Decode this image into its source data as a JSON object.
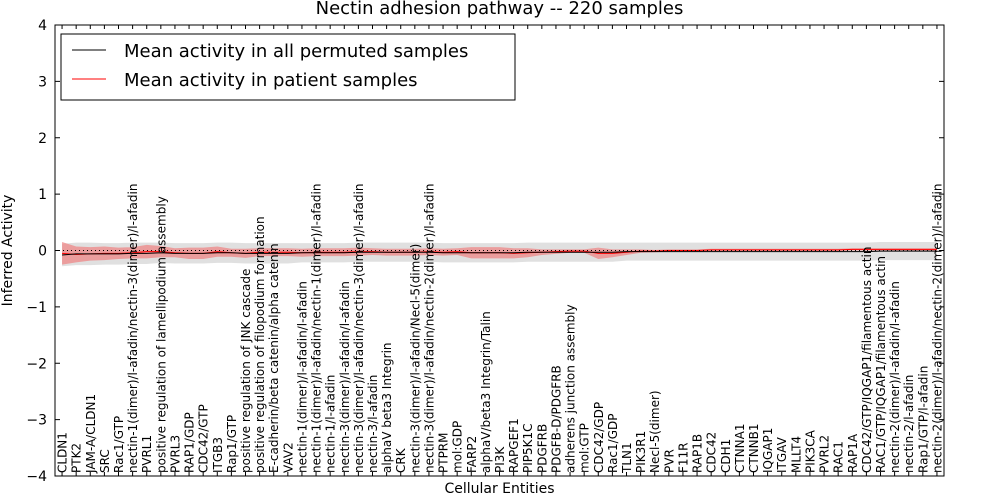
{
  "chart_data": {
    "type": "line",
    "title": "Nectin adhesion pathway -- 220 samples",
    "xlabel": "Cellular Entities",
    "ylabel": "Inferred Activity",
    "ylim": [
      -4,
      4
    ],
    "yticks": [
      "4",
      "3",
      "2",
      "1",
      "0",
      "−1",
      "−2",
      "−3",
      "−4"
    ],
    "ytick_values": [
      4,
      3,
      2,
      1,
      0,
      -1,
      -2,
      -3,
      -4
    ],
    "legend_position": "top-left",
    "grid": false,
    "reference_line": 0,
    "categories": [
      "CLDN1",
      "PTK2",
      "JAM-A/CLDN1",
      "SRC",
      "Rac1/GTP",
      "nectin-1(dimer)/l-afadin/nectin-3(dimer)/l-afadin",
      "PVRL1",
      "positive regulation of lamellipodium assembly",
      "PVRL3",
      "RAP1/GDP",
      "CDC42/GTP",
      "ITGB3",
      "Rap1/GTP",
      "positive regulation of JNK cascade",
      "positive regulation of filopodium formation",
      "E-cadherin/beta catenin/alpha catenin",
      "VAV2",
      "nectin-1(dimer)/l-afadin/l-afadin",
      "nectin-1(dimer)/l-afadin/nectin-1(dimer)/l-afadin",
      "nectin-1/l-afadin",
      "nectin-3(dimer)/l-afadin/l-afadin",
      "nectin-3(dimer)/l-afadin/nectin-3(dimer)/l-afadin",
      "nectin-3/l-afadin",
      "alphaV beta3 Integrin",
      "CRK",
      "nectin-3(dimer)/l-afadin/Necl-5(dimer)",
      "nectin-3(dimer)/l-afadin/nectin-2(dimer)/l-afadin",
      "PTPRM",
      "mol:GDP",
      "FARP2",
      "alphaV/beta3 Integrin/Talin",
      "PI3K",
      "RAPGEF1",
      "PIP5K1C",
      "PDGFRB",
      "PDGFB-D/PDGFRB",
      "adherens junction assembly",
      "mol:GTP",
      "CDC42/GDP",
      "Rac1/GDP",
      "TLN1",
      "PIK3R1",
      "Necl-5(dimer)",
      "PVR",
      "F11R",
      "RAP1B",
      "CDC42",
      "CDH1",
      "CTNNA1",
      "CTNNB1",
      "IQGAP1",
      "ITGAV",
      "MLLT4",
      "PIK3CA",
      "PVRL2",
      "RAC1",
      "RAP1A",
      "CDC42/GTP/IQGAP1/filamentous actin",
      "RAC1/GTP/IQGAP1/filamentous actin",
      "nectin-2(dimer)/l-afadin/l-afadin",
      "nectin-2/l-afadin",
      "Rap1/GTP/l-afadin",
      "nectin-2(dimer)/l-afadin/nectin-2(dimer)/l-afadin"
    ],
    "series": [
      {
        "name": "Mean activity in all permuted samples",
        "color": "#000000",
        "band_color": "#cccccc",
        "values": [
          -0.08,
          -0.06,
          -0.06,
          -0.06,
          -0.06,
          -0.05,
          -0.05,
          -0.04,
          -0.05,
          -0.05,
          -0.05,
          -0.04,
          -0.04,
          -0.05,
          -0.05,
          -0.05,
          -0.05,
          -0.04,
          -0.04,
          -0.04,
          -0.04,
          -0.03,
          -0.03,
          -0.03,
          -0.03,
          -0.03,
          -0.03,
          -0.04,
          -0.04,
          -0.04,
          -0.04,
          -0.04,
          -0.04,
          -0.03,
          -0.03,
          -0.03,
          -0.03,
          -0.03,
          -0.03,
          -0.03,
          -0.02,
          -0.02,
          -0.02,
          -0.02,
          -0.02,
          -0.02,
          -0.02,
          -0.02,
          -0.02,
          -0.02,
          -0.02,
          -0.02,
          -0.02,
          -0.02,
          -0.02,
          -0.02,
          -0.02,
          -0.02,
          -0.01,
          -0.01,
          -0.01,
          -0.01,
          -0.01
        ],
        "band_half_width": [
          0.2,
          0.2,
          0.2,
          0.19,
          0.19,
          0.19,
          0.19,
          0.18,
          0.18,
          0.18,
          0.18,
          0.18,
          0.18,
          0.18,
          0.18,
          0.18,
          0.18,
          0.17,
          0.17,
          0.17,
          0.17,
          0.17,
          0.17,
          0.17,
          0.17,
          0.17,
          0.17,
          0.17,
          0.17,
          0.17,
          0.17,
          0.17,
          0.17,
          0.17,
          0.17,
          0.17,
          0.17,
          0.17,
          0.17,
          0.17,
          0.16,
          0.16,
          0.16,
          0.16,
          0.16,
          0.16,
          0.16,
          0.16,
          0.16,
          0.16,
          0.16,
          0.16,
          0.16,
          0.16,
          0.16,
          0.16,
          0.16,
          0.16,
          0.16,
          0.16,
          0.16,
          0.16,
          0.16
        ]
      },
      {
        "name": "Mean activity in patient samples",
        "color": "#ff0000",
        "band_color": "#f08080",
        "values": [
          -0.05,
          -0.07,
          -0.06,
          -0.05,
          -0.05,
          -0.04,
          -0.02,
          -0.02,
          -0.04,
          -0.05,
          -0.05,
          -0.02,
          -0.04,
          -0.05,
          -0.03,
          -0.03,
          -0.03,
          -0.04,
          -0.03,
          -0.03,
          -0.03,
          -0.02,
          -0.02,
          -0.03,
          -0.03,
          -0.03,
          -0.02,
          -0.03,
          -0.02,
          -0.04,
          -0.04,
          -0.04,
          -0.05,
          -0.04,
          -0.03,
          -0.02,
          -0.01,
          -0.01,
          -0.05,
          -0.05,
          -0.03,
          -0.01,
          -0.01,
          0.0,
          0.0,
          0.0,
          0.01,
          0.01,
          0.01,
          0.01,
          0.01,
          0.01,
          0.01,
          0.01,
          0.01,
          0.01,
          0.02,
          0.02,
          0.02,
          0.02,
          0.02,
          0.02,
          0.02
        ],
        "band_half_width": [
          0.2,
          0.14,
          0.12,
          0.12,
          0.1,
          0.1,
          0.12,
          0.1,
          0.08,
          0.1,
          0.1,
          0.09,
          0.07,
          0.08,
          0.07,
          0.07,
          0.07,
          0.07,
          0.07,
          0.07,
          0.07,
          0.07,
          0.06,
          0.06,
          0.06,
          0.06,
          0.06,
          0.06,
          0.06,
          0.1,
          0.1,
          0.1,
          0.09,
          0.08,
          0.05,
          0.04,
          0.03,
          0.03,
          0.1,
          0.07,
          0.05,
          0.03,
          0.02,
          0.02,
          0.02,
          0.02,
          0.02,
          0.02,
          0.02,
          0.02,
          0.02,
          0.02,
          0.02,
          0.02,
          0.02,
          0.02,
          0.02,
          0.02,
          0.02,
          0.02,
          0.02,
          0.02,
          0.02
        ]
      }
    ]
  }
}
